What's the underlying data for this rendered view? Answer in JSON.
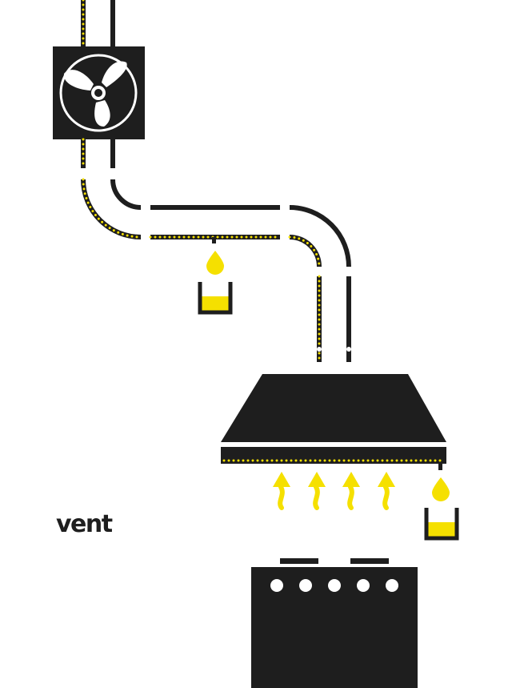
{
  "brand": {
    "name": "vent"
  },
  "colors": {
    "ink": "#1e1e1e",
    "accent": "#f5e000",
    "background": "#ffffff"
  },
  "icons": [
    "fan-icon",
    "oil-drop-icon",
    "grease-cup-icon",
    "heat-arrow-icon",
    "stove-knob-icon"
  ],
  "counts": {
    "heat_arrows": 4,
    "stove_knobs": 5
  }
}
